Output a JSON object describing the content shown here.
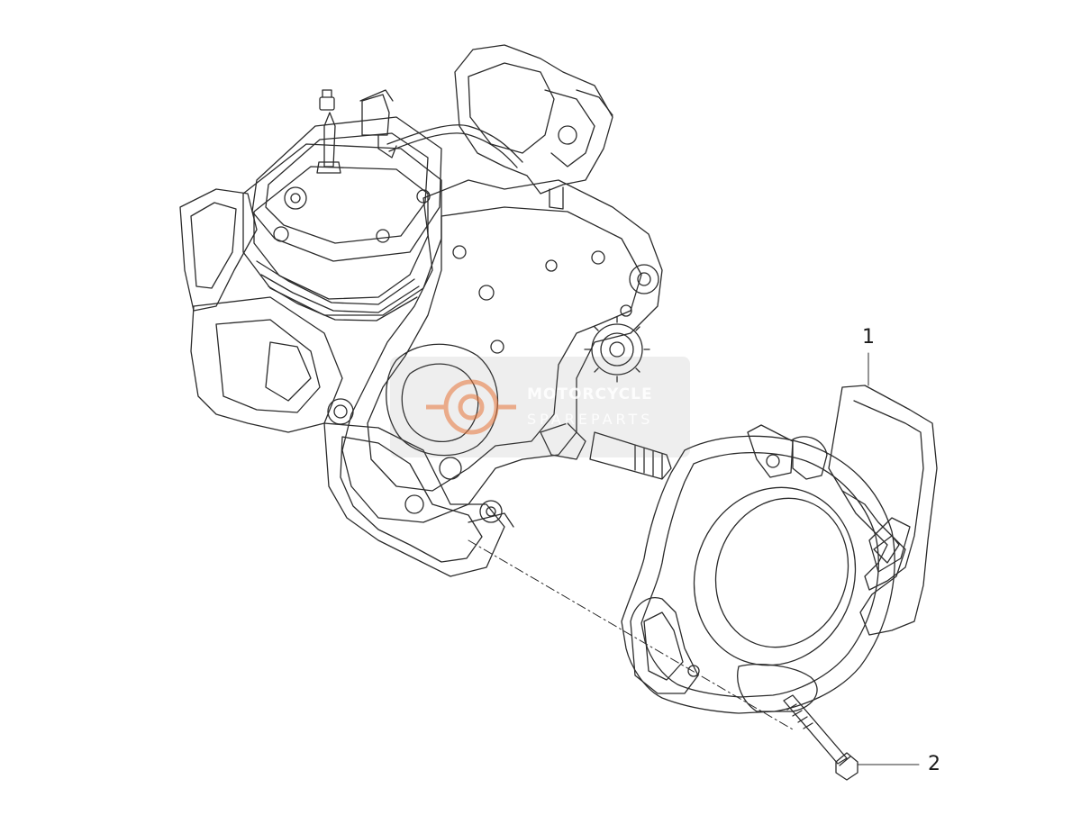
{
  "diagram": {
    "callouts": [
      {
        "id": "part-1",
        "label": "1"
      },
      {
        "id": "part-2",
        "label": "2"
      }
    ]
  },
  "watermark": {
    "line1": "MOTORCYCLE",
    "line2": "SPAREPARTS",
    "accent_color": "#e8763a"
  },
  "colors": {
    "line": "#2b2b2b",
    "background": "#ffffff"
  }
}
